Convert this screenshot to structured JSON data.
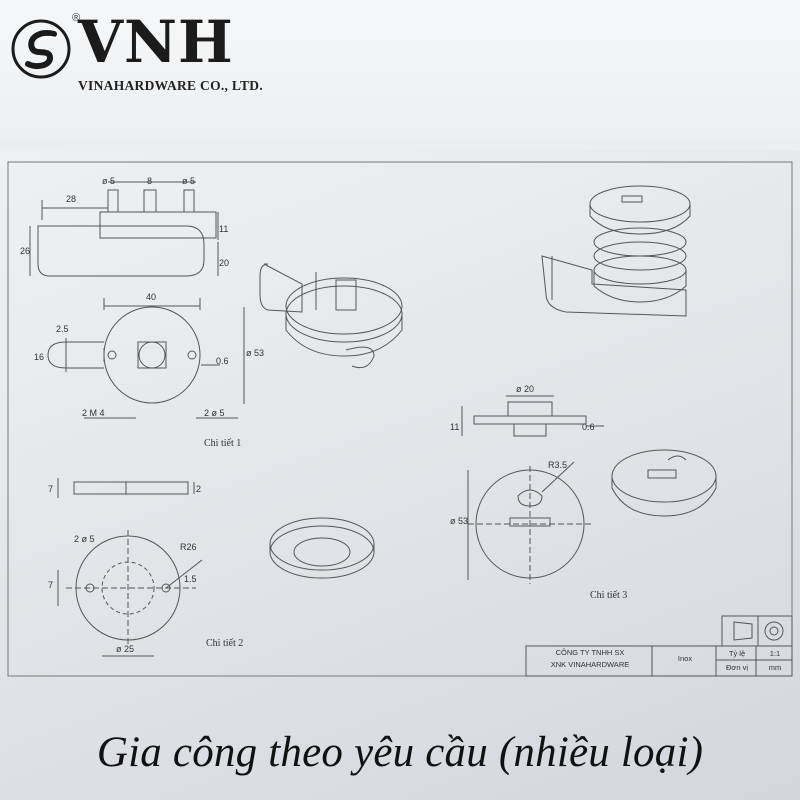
{
  "logo": {
    "brand": "VNH",
    "registered": "®",
    "company": "VINAHARDWARE CO., LTD."
  },
  "drawing": {
    "dim": {
      "d5_left": "ø 5",
      "eight": "8",
      "d5_right": "ø 5",
      "twenty_eight": "28",
      "eleven_top": "11",
      "twenty": "20",
      "twenty_six": "26",
      "forty": "40",
      "two_five": "2.5",
      "sixteen": "16",
      "zero_six_a": "0.6",
      "d53_a": "ø 53",
      "two_m4": "2 M 4",
      "two_d5_a": "2 ø 5",
      "seven_a": "7",
      "two_a": "2",
      "two_d5_b": "2 ø 5",
      "r26": "R26",
      "seven_b": "7",
      "one_five": "1.5",
      "d25": "ø 25",
      "d20": "ø 20",
      "eleven_b": "11",
      "zero_six_b": "0.6",
      "r3_5": "R3.5",
      "d53_b": "ø 53"
    },
    "labels": {
      "detail1": "Chi tiết 1",
      "detail2": "Chi tiết 2",
      "detail3": "Chi tiết 3"
    },
    "title_block": {
      "company_line1": "CÔNG TY TNHH SX",
      "company_line2": "XNK VINAHARDWARE",
      "material": "Inox",
      "scale_label": "Tỷ lệ",
      "scale_value": "1:1",
      "unit_label": "Đơn vị",
      "unit_value": "mm"
    }
  },
  "caption": "Gia công theo yêu cầu (nhiều loại)",
  "colors": {
    "line": "#555555",
    "background": "#e6e8eb"
  }
}
